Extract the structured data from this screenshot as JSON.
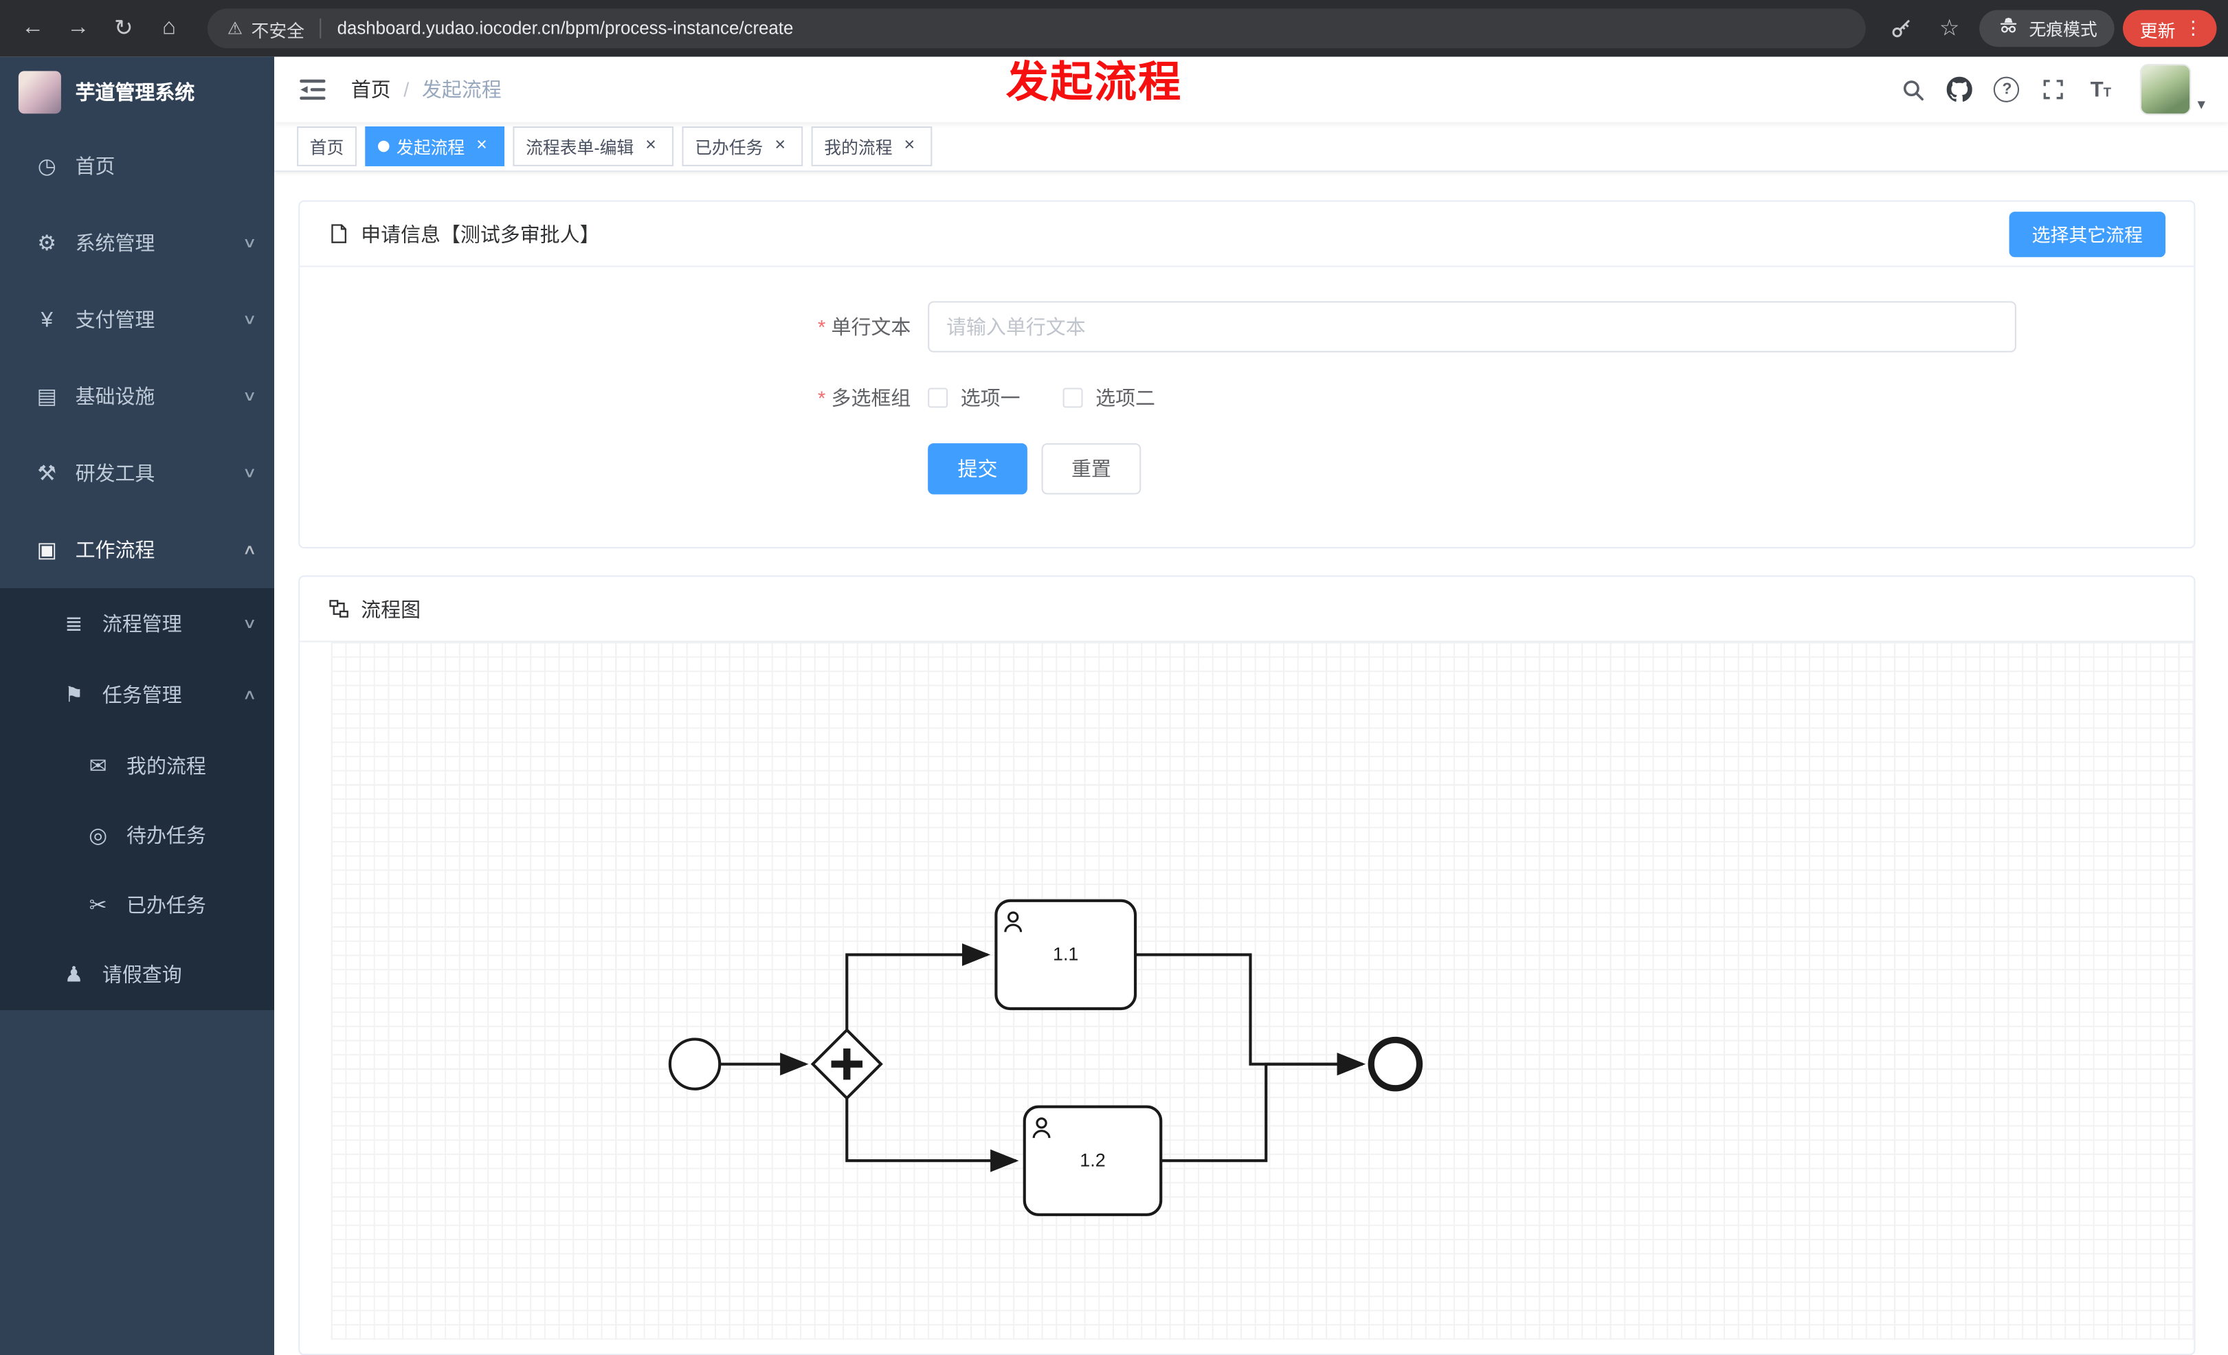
{
  "browser": {
    "security_label": "不安全",
    "url": "dashboard.yudao.iocoder.cn/bpm/process-instance/create",
    "incognito_label": "无痕模式",
    "update_label": "更新"
  },
  "annotation": {
    "text": "发起流程",
    "color": "#f50f0f"
  },
  "sidebar": {
    "logo_title": "芋道管理系统",
    "items": [
      {
        "label": "首页"
      },
      {
        "label": "系统管理"
      },
      {
        "label": "支付管理"
      },
      {
        "label": "基础设施"
      },
      {
        "label": "研发工具"
      },
      {
        "label": "工作流程"
      }
    ],
    "workflow_children": [
      {
        "label": "流程管理"
      },
      {
        "label": "任务管理"
      }
    ],
    "task_children": [
      {
        "label": "我的流程"
      },
      {
        "label": "待办任务"
      },
      {
        "label": "已办任务"
      }
    ],
    "leave_query": {
      "label": "请假查询"
    }
  },
  "navbar": {
    "breadcrumb_home": "首页",
    "breadcrumb_sep": "/",
    "breadcrumb_current": "发起流程"
  },
  "tabs": [
    {
      "label": "首页"
    },
    {
      "label": "发起流程"
    },
    {
      "label": "流程表单-编辑"
    },
    {
      "label": "已办任务"
    },
    {
      "label": "我的流程"
    }
  ],
  "form_card": {
    "title": "申请信息【测试多审批人】",
    "select_other_label": "选择其它流程",
    "field_text": {
      "label": "单行文本",
      "required_mark": "*",
      "placeholder": "请输入单行文本",
      "value": ""
    },
    "field_checkbox": {
      "label": "多选框组",
      "required_mark": "*",
      "options": [
        {
          "label": "选项一",
          "checked": false
        },
        {
          "label": "选项二",
          "checked": false
        }
      ]
    },
    "submit_label": "提交",
    "reset_label": "重置"
  },
  "diagram_card": {
    "title": "流程图",
    "tasks": [
      {
        "label": "1.1"
      },
      {
        "label": "1.2"
      }
    ]
  },
  "icons": {
    "back": "←",
    "forward": "→",
    "refresh": "↻",
    "home": "⌂",
    "warning": "⚠",
    "star": "☆",
    "kebab": "⋮",
    "close": "×",
    "chevron_down": "∨",
    "chevron_up": "∧",
    "caret_down": "▾",
    "menu_home": "◷",
    "menu_system": "⚙",
    "menu_pay": "¥",
    "menu_infra": "▤",
    "menu_devtool": "⚒",
    "menu_workflow": "▣",
    "menu_process_mgmt": "≣",
    "menu_task_mgmt": "⚑",
    "menu_my_process": "✉",
    "menu_todo": "◎",
    "menu_done": "✂",
    "menu_leave": "♟"
  },
  "colors": {
    "primary": "#409eff",
    "sidebar_bg": "#304156",
    "submenu_bg": "#1f2d3d",
    "danger": "#f56c6c",
    "update_red": "#e1493f"
  }
}
